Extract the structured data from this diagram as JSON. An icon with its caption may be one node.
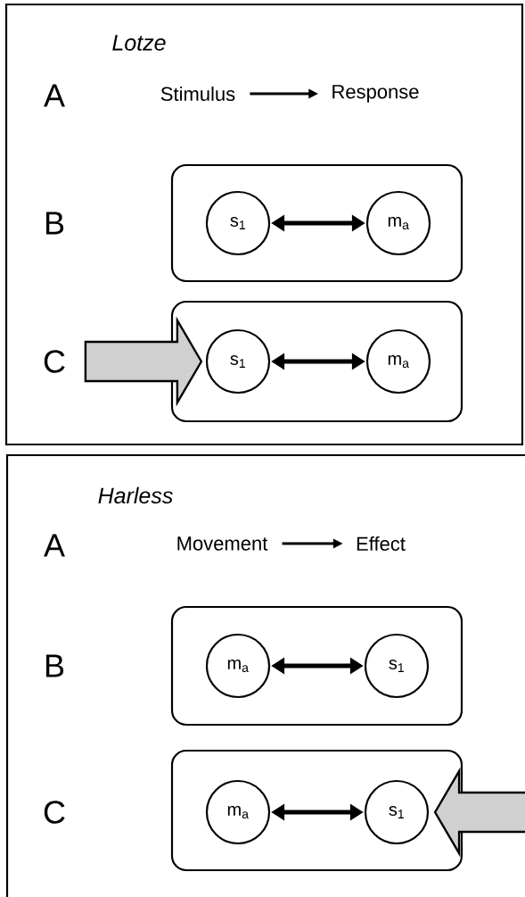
{
  "diagram": {
    "nodes": [
      {
        "text": [
          "Lotze"
        ]
      },
      {
        "text": [
          "Stimulus"
        ],
        "in": 0
      },
      {
        "text": [
          "Response"
        ],
        "in": 0
      },
      {
        "text": [],
        "shape": "box",
        "in": 0
      },
      {
        "text": [
          "s$_{1}$"
        ],
        "in": 3
      },
      {
        "text": [
          "m$_{a}$"
        ],
        "in": 3
      },
      {
        "text": [],
        "shape": "box",
        "in": 0
      },
      {
        "text": [
          "s$_{1}$"
        ],
        "in": 6
      },
      {
        "text": [
          "m$_{a}$"
        ],
        "in": 6
      },
      {
        "text": [
          "Harless"
        ]
      },
      {
        "text": [
          "Movement"
        ],
        "in": 9
      },
      {
        "text": [
          "Effect"
        ],
        "in": 9
      },
      {
        "text": [],
        "shape": "box",
        "in": 9
      },
      {
        "text": [
          "m$_{a}$"
        ],
        "in": 12
      },
      {
        "text": [
          "s$_{1}$"
        ],
        "in": 12
      },
      {
        "text": [],
        "shape": "box",
        "in": 9
      },
      {
        "text": [
          "m$_{a}$"
        ],
        "in": 15
      },
      {
        "text": [
          "s$_{1}$"
        ],
        "in": 15
      }
    ],
    "edges": [
      {
        "from": 1,
        "to": 2,
        "arrow": "to"
      },
      {
        "from": 4,
        "to": 5,
        "arrow": "both"
      },
      {
        "from": 7,
        "to": 8,
        "arrow": "both"
      },
      {
        "from": null,
        "to": 7,
        "arrow": "to",
        "style": "thick",
        "color": "#d0d0d0"
      },
      {
        "from": 10,
        "to": 11,
        "arrow": "to"
      },
      {
        "from": 13,
        "to": 14,
        "arrow": "both"
      },
      {
        "from": 16,
        "to": 17,
        "arrow": "both"
      },
      {
        "from": null,
        "to": 17,
        "arrow": "to",
        "style": "thick",
        "color": "#d0d0d0"
      }
    ],
    "labels": [
      "A",
      "B",
      "C",
      "A",
      "B",
      "C"
    ]
  }
}
